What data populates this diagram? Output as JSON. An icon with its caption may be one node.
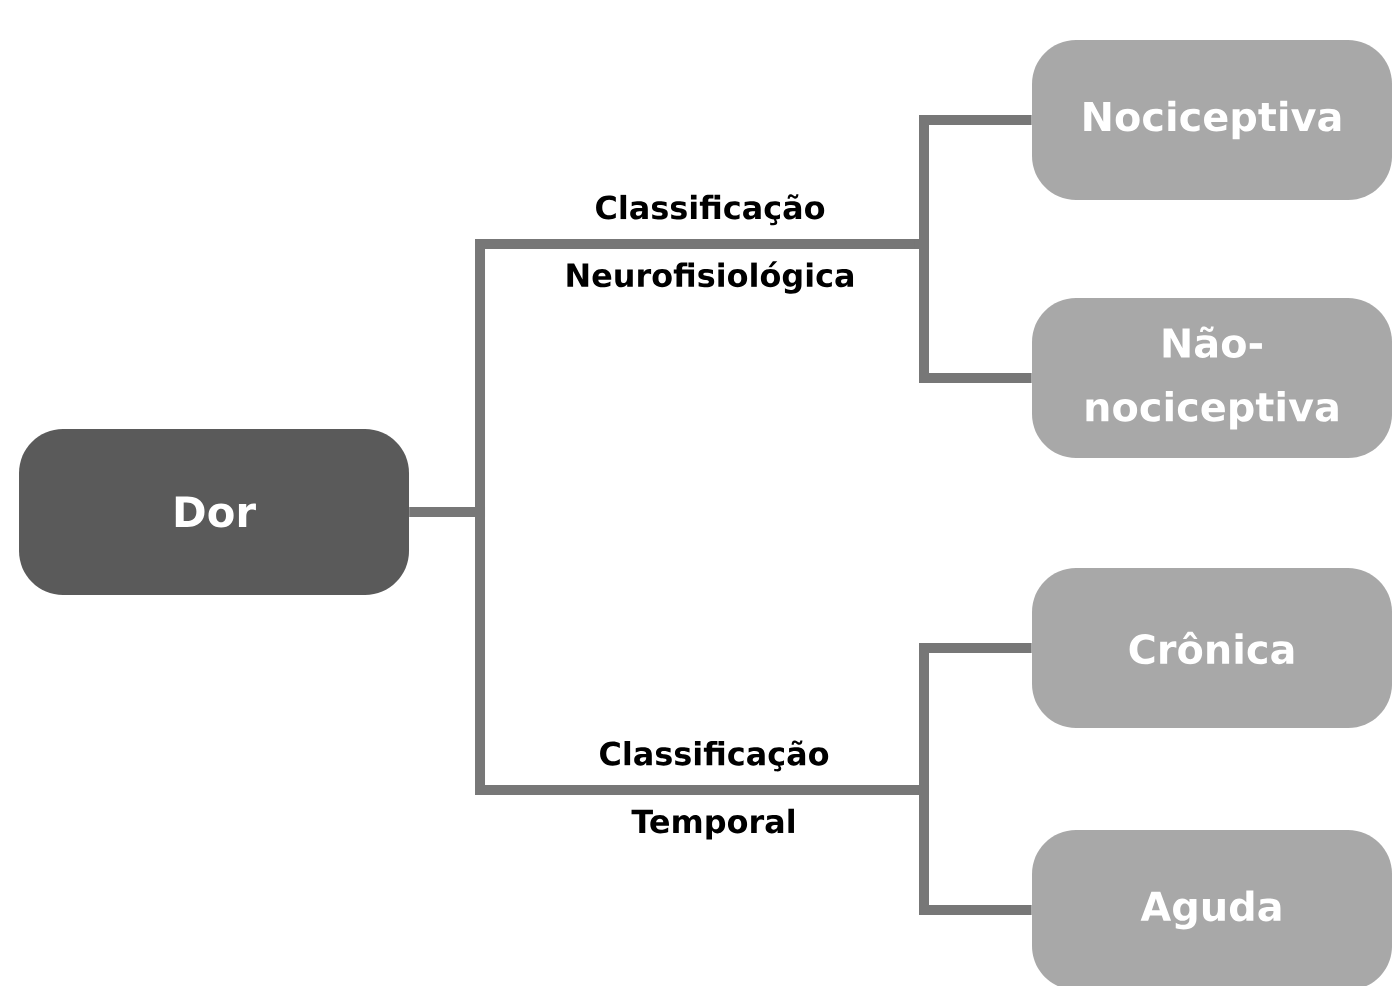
{
  "diagram": {
    "nodes": [
      {
        "text": [
          "Dor"
        ]
      },
      {
        "text": [
          "Classificação Neurofisiológica"
        ]
      },
      {
        "text": [
          "Nociceptiva"
        ]
      },
      {
        "text": [
          "Não-nociceptiva"
        ]
      },
      {
        "text": [
          "Classificação Temporal"
        ]
      },
      {
        "text": [
          "Crônica"
        ]
      },
      {
        "text": [
          "Aguda"
        ]
      }
    ],
    "edges": [
      {
        "from": 0,
        "to": 1,
        "arrow": "none"
      },
      {
        "from": 1,
        "to": 2,
        "arrow": "none"
      },
      {
        "from": 1,
        "to": 3,
        "arrow": "none"
      },
      {
        "from": 0,
        "to": 4,
        "arrow": "none"
      },
      {
        "from": 4,
        "to": 5,
        "arrow": "none"
      },
      {
        "from": 4,
        "to": 6,
        "arrow": "none"
      }
    ]
  }
}
